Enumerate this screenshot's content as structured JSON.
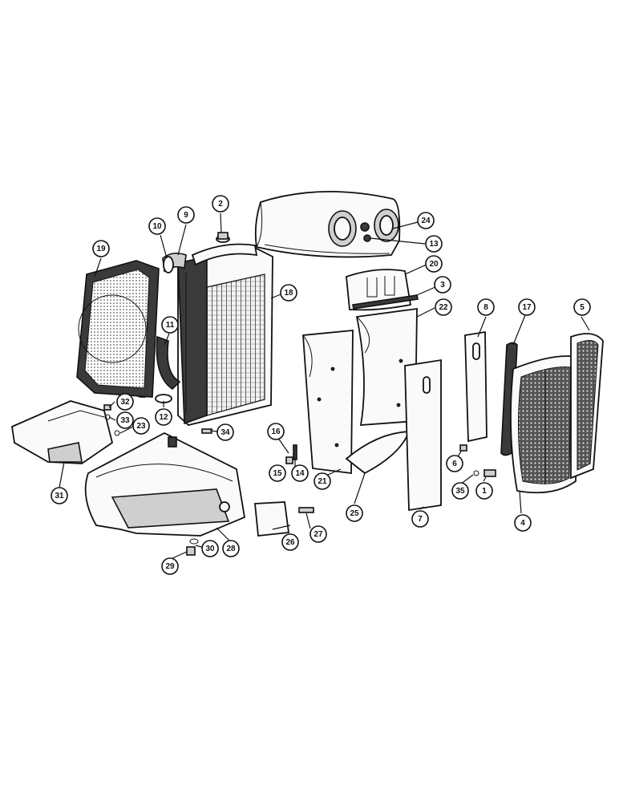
{
  "diagram": {
    "callouts": [
      {
        "id": "c1",
        "label": "1"
      },
      {
        "id": "c2",
        "label": "2"
      },
      {
        "id": "c3",
        "label": "3"
      },
      {
        "id": "c4",
        "label": "4"
      },
      {
        "id": "c5",
        "label": "5"
      },
      {
        "id": "c6",
        "label": "6"
      },
      {
        "id": "c7",
        "label": "7"
      },
      {
        "id": "c8",
        "label": "8"
      },
      {
        "id": "c9",
        "label": "9"
      },
      {
        "id": "c10",
        "label": "10"
      },
      {
        "id": "c11",
        "label": "11"
      },
      {
        "id": "c12",
        "label": "12"
      },
      {
        "id": "c13",
        "label": "13"
      },
      {
        "id": "c14",
        "label": "14"
      },
      {
        "id": "c15",
        "label": "15"
      },
      {
        "id": "c16",
        "label": "16"
      },
      {
        "id": "c17",
        "label": "17"
      },
      {
        "id": "c18",
        "label": "18"
      },
      {
        "id": "c19",
        "label": "19"
      },
      {
        "id": "c20",
        "label": "20"
      },
      {
        "id": "c21",
        "label": "21"
      },
      {
        "id": "c22",
        "label": "22"
      },
      {
        "id": "c23",
        "label": "23"
      },
      {
        "id": "c24",
        "label": "24"
      },
      {
        "id": "c25",
        "label": "25"
      },
      {
        "id": "c26",
        "label": "26"
      },
      {
        "id": "c27",
        "label": "27"
      },
      {
        "id": "c28",
        "label": "28"
      },
      {
        "id": "c29",
        "label": "29"
      },
      {
        "id": "c30",
        "label": "30"
      },
      {
        "id": "c31",
        "label": "31"
      },
      {
        "id": "c32",
        "label": "32"
      },
      {
        "id": "c33",
        "label": "33"
      },
      {
        "id": "c34",
        "label": "34"
      },
      {
        "id": "c35",
        "label": "35"
      }
    ]
  }
}
